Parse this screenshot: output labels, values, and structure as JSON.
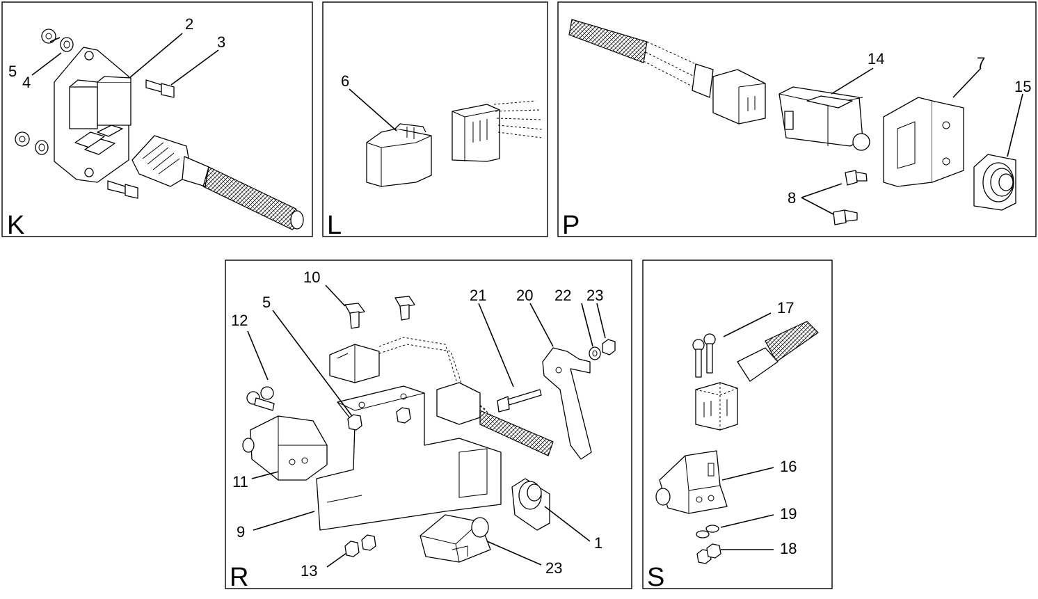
{
  "panels": [
    {
      "id": "K",
      "label": "K"
    },
    {
      "id": "L",
      "label": "L"
    },
    {
      "id": "P",
      "label": "P"
    },
    {
      "id": "R",
      "label": "R"
    },
    {
      "id": "S",
      "label": "S"
    }
  ],
  "callouts": {
    "K": [
      "5",
      "4",
      "2",
      "3"
    ],
    "L": [
      "6"
    ],
    "P": [
      "14",
      "7",
      "15",
      "8"
    ],
    "R": [
      "10",
      "5",
      "12",
      "21",
      "20",
      "22",
      "23",
      "11",
      "9",
      "13",
      "1",
      "23"
    ],
    "S": [
      "17",
      "16",
      "19",
      "18"
    ]
  }
}
